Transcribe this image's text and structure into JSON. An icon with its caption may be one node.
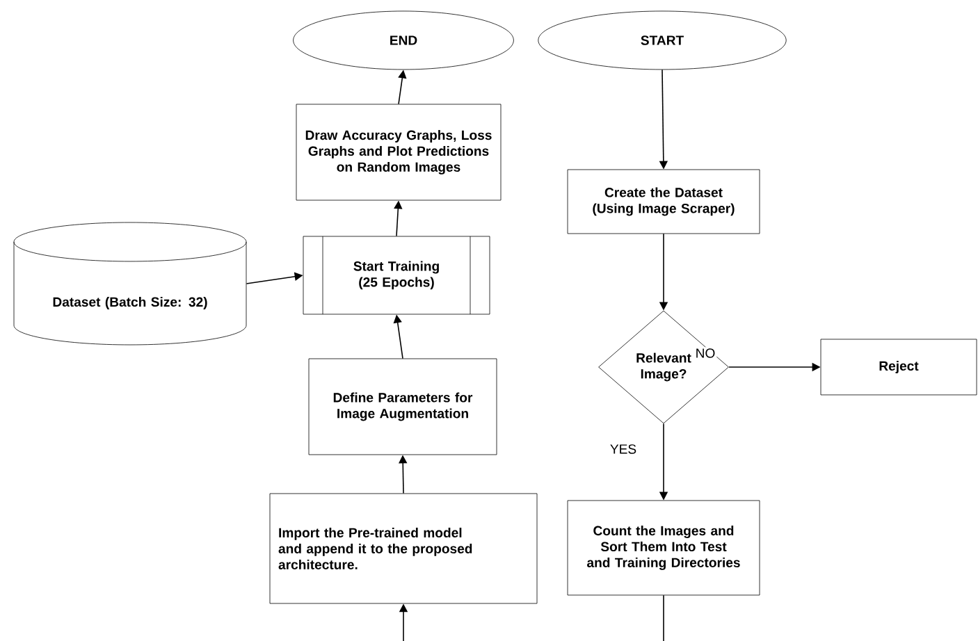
{
  "diagram": {
    "nodes": [
      {
        "text": [
          "END"
        ]
      },
      {
        "text": [
          "Draw Accuracy Graphs, Loss Graphs and Plot Predictions on Random Images"
        ]
      },
      {
        "text": [
          "Start Training (25 Epochs)"
        ]
      },
      {
        "text": [
          "Dataset (Batch Size: 32)"
        ]
      },
      {
        "text": [
          "Define Parameters for Image Augmentation"
        ]
      },
      {
        "text": [
          "Import the Pre-trained model and append it to the proposed architecture."
        ]
      },
      {
        "text": [
          "START"
        ]
      },
      {
        "text": [
          "Create the Dataset (Using Image Scraper)"
        ]
      },
      {
        "text": [
          "Relevant Image?"
        ]
      },
      {
        "text": [
          "Reject"
        ]
      },
      {
        "text": [
          "Count the Images and Sort Them Into Test and Training Directories"
        ]
      }
    ],
    "edges": [
      {
        "from": 10,
        "to": null,
        "arrow": "none"
      },
      {
        "from": null,
        "to": 5,
        "arrow": "to"
      },
      {
        "from": 5,
        "to": 4,
        "arrow": "to"
      },
      {
        "from": 4,
        "to": 2,
        "arrow": "to"
      },
      {
        "from": 3,
        "to": 2,
        "arrow": "to"
      },
      {
        "from": 2,
        "to": 1,
        "arrow": "to"
      },
      {
        "from": 1,
        "to": 0,
        "arrow": "to"
      },
      {
        "from": 6,
        "to": 7,
        "arrow": "to"
      },
      {
        "from": 7,
        "to": 8,
        "arrow": "to"
      },
      {
        "from": 8,
        "to": 9,
        "arrow": "to",
        "label": "NO"
      },
      {
        "from": 8,
        "to": 10,
        "arrow": "to",
        "label": "YES"
      }
    ]
  }
}
